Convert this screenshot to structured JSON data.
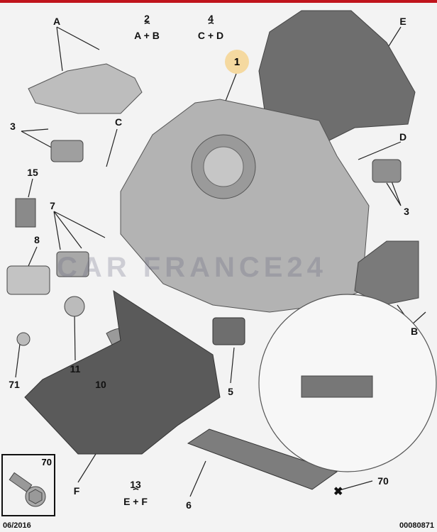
{
  "diagram": {
    "labels": {
      "A": "A",
      "B": "B",
      "C": "C",
      "D": "D",
      "E": "E",
      "F": "F",
      "p1": "1",
      "p3a": "3",
      "p3b": "3",
      "p5": "5",
      "p6": "6",
      "p7": "7",
      "p8": "8",
      "p10": "10",
      "p11": "11",
      "p15": "15",
      "p71": "71",
      "p70": "70",
      "p70_inset": "70"
    },
    "groups": [
      {
        "number": "2",
        "members": "A + B"
      },
      {
        "number": "4",
        "members": "C + D"
      },
      {
        "number": "13",
        "members": "E + F"
      }
    ],
    "footer": {
      "date": "06/2016",
      "reference": "00080871"
    },
    "watermark": "CAR FRANCE24",
    "colors": {
      "top_bar": "#c0141c",
      "callout": "#f5d9a0"
    }
  }
}
